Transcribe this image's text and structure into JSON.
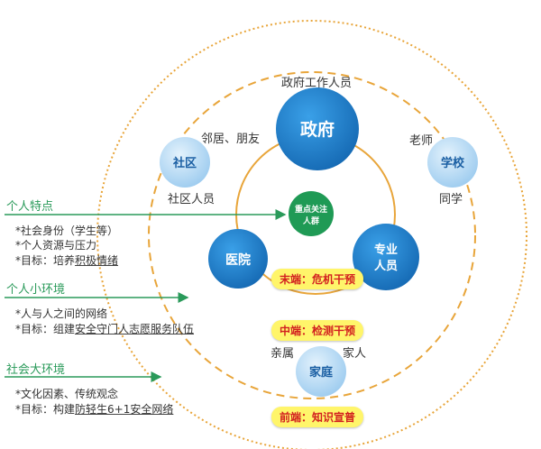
{
  "nodes": {
    "government": "政府",
    "community": "社区",
    "school": "学校",
    "hospital": "医院",
    "professional": [
      "专业",
      "人员"
    ],
    "family": "家庭",
    "center": [
      "重点关注",
      "人群"
    ]
  },
  "labels": {
    "gov_staff": "政府工作人员",
    "neighbors": "邻居、朋友",
    "community_staff": "社区人员",
    "teacher": "老师",
    "classmates": "同学",
    "relatives": "亲属",
    "family_member": "家人"
  },
  "badges": {
    "end": "末端：危机干预",
    "mid": "中端：检测干预",
    "front": "前端：知识宣普"
  },
  "side": {
    "personal": {
      "title": "个人特点",
      "items": [
        "*社会身份（学生等）",
        "*个人资源与压力"
      ],
      "goal_prefix": "*目标：培养",
      "goal_text": "积极情绪"
    },
    "small_env": {
      "title": "个人小环境",
      "items": [
        "*人与人之间的网络"
      ],
      "goal_prefix": "*目标：组建",
      "goal_text": "安全守门人志愿服务队伍"
    },
    "large_env": {
      "title": "社会大环境",
      "items": [
        "*文化因素、传统观念"
      ],
      "goal_prefix": "*目标：构建",
      "goal_text": "防轻生6+1安全网络"
    }
  },
  "colors": {
    "blue_dark": "#1a7fcf",
    "blue_light": "#a9d4f1",
    "center_green": "#1f9a55",
    "orange_ring": "#e8a53a",
    "arrow_green": "#2a9a5a",
    "badge_bg": "#fff56a",
    "badge_text": "#d21f1f"
  }
}
